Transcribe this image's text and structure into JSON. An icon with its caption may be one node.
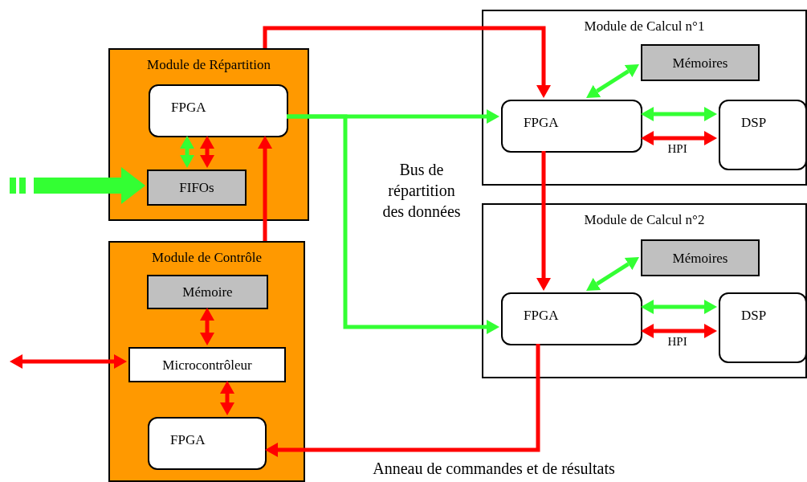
{
  "diagram": {
    "nodes": [
      {
        "text": [
          "Module de Répartition"
        ]
      },
      {
        "text": [
          "FPGA"
        ],
        "in": 0
      },
      {
        "text": [
          "FIFOs"
        ],
        "in": 0
      },
      {
        "text": [
          "Module de Contrôle"
        ]
      },
      {
        "text": [
          "Mémoire"
        ],
        "in": 3
      },
      {
        "text": [
          "Microcontrôleur"
        ],
        "in": 3
      },
      {
        "text": [
          "FPGA"
        ],
        "in": 3
      },
      {
        "text": [
          "Module de Calcul n°1"
        ]
      },
      {
        "text": [
          "Mémoires"
        ],
        "in": 7
      },
      {
        "text": [
          "FPGA"
        ],
        "in": 7
      },
      {
        "text": [
          "DSP"
        ],
        "in": 7
      },
      {
        "text": [
          "Module de Calcul n°2"
        ]
      },
      {
        "text": [
          "Mémoires"
        ],
        "in": 11
      },
      {
        "text": [
          "FPGA"
        ],
        "in": 11
      },
      {
        "text": [
          "DSP"
        ],
        "in": 11
      }
    ],
    "edges": [
      {
        "from": 1,
        "to": 2,
        "arrow": "both",
        "color": "#33ff33"
      },
      {
        "from": 1,
        "to": 2,
        "arrow": "both"
      },
      {
        "from": 3,
        "to": 1,
        "arrow": "to"
      },
      {
        "from": 0,
        "to": 9,
        "arrow": "to"
      },
      {
        "from": 9,
        "to": 13,
        "arrow": "to"
      },
      {
        "from": 13,
        "to": 6,
        "arrow": "to"
      },
      {
        "from": 1,
        "to": 9,
        "arrow": "to",
        "color": "#33ff33"
      },
      {
        "from": 1,
        "to": 13,
        "arrow": "to",
        "color": "#33ff33"
      },
      {
        "from": 8,
        "to": 9,
        "arrow": "both",
        "color": "#33ff33"
      },
      {
        "from": 9,
        "to": 10,
        "arrow": "both",
        "color": "#33ff33"
      },
      {
        "from": 9,
        "to": 10,
        "arrow": "both",
        "label": "HPI"
      },
      {
        "from": 12,
        "to": 13,
        "arrow": "both",
        "color": "#33ff33"
      },
      {
        "from": 13,
        "to": 14,
        "arrow": "both",
        "color": "#33ff33"
      },
      {
        "from": 13,
        "to": 14,
        "arrow": "both",
        "label": "HPI"
      },
      {
        "from": 4,
        "to": 5,
        "arrow": "both"
      },
      {
        "from": 5,
        "to": 6,
        "arrow": "both"
      },
      {
        "from": null,
        "to": 5,
        "arrow": "both"
      },
      {
        "from": null,
        "to": 2,
        "arrow": "to",
        "style": "thick",
        "color": "#33ff33"
      }
    ],
    "labels": [
      "Bus de répartition des données",
      "Anneau de commandes et de résultats"
    ]
  }
}
